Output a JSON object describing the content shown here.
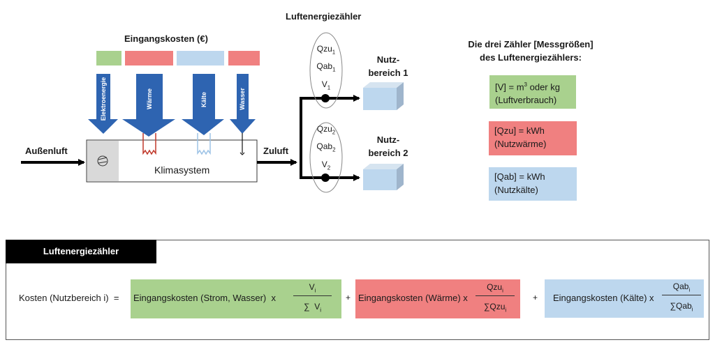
{
  "colors": {
    "green": "#a9d18e",
    "red": "#f08080",
    "light_blue": "#bdd7ee",
    "arrow_blue": "#2e64b1",
    "box_grey": "#d9d9d9",
    "black": "#000000",
    "heat_line": "#c0392b",
    "cold_line": "#9dc3e6"
  },
  "diagram": {
    "input_costs_title": "Eingangskosten (€)",
    "input_arrows": [
      {
        "label": "Elektroenergie",
        "color_key": "green"
      },
      {
        "label": "Wärme",
        "color_key": "red"
      },
      {
        "label": "Kälte",
        "color_key": "light_blue"
      },
      {
        "label": "Wasser",
        "color_key": "red"
      }
    ],
    "outside_air_label": "Außenluft",
    "system_label": "Klimasystem",
    "supply_air_label": "Zuluft",
    "meter_title": "Luftenergiezähler",
    "meters": [
      {
        "qzu": "Qzu",
        "qab": "Qab",
        "v": "V",
        "index": "1"
      },
      {
        "qzu": "Qzu",
        "qab": "Qab",
        "v": "V",
        "index": "2"
      }
    ],
    "zones": [
      {
        "line1": "Nutz-",
        "line2": "bereich 1"
      },
      {
        "line1": "Nutz-",
        "line2": "bereich 2"
      }
    ]
  },
  "legend": {
    "title_line1": "Die drei Zähler [Messgrößen]",
    "title_line2": "des Luftenergiezählers:",
    "items": [
      {
        "line1_pre": "[V] = m",
        "line1_sup": "3",
        "line1_post": " oder kg",
        "line2": "(Luftverbrauch)",
        "color_key": "green"
      },
      {
        "line1_pre": "[Qzu] = kWh",
        "line1_sup": "",
        "line1_post": "",
        "line2": "(Nutzwärme)",
        "color_key": "red"
      },
      {
        "line1_pre": "[Qab] = kWh",
        "line1_sup": "",
        "line1_post": "",
        "line2": "(Nutzkälte)",
        "color_key": "light_blue"
      }
    ]
  },
  "formula": {
    "header": "Luftenergiezähler",
    "lhs": "Kosten (Nutzbereich i)  =",
    "terms": [
      {
        "text": "Eingangskosten (Strom, Wasser)  x",
        "num": "V",
        "den_prefix": "∑  V",
        "sub": "i"
      },
      {
        "text": "Eingangskosten (Wärme) x",
        "num": "Qzu",
        "den_prefix": "∑Qzu",
        "sub": "i"
      },
      {
        "text": "Eingangskosten (Kälte) x",
        "num": "Qab",
        "den_prefix": "∑Qab",
        "sub": "i"
      }
    ],
    "plus": "+"
  }
}
